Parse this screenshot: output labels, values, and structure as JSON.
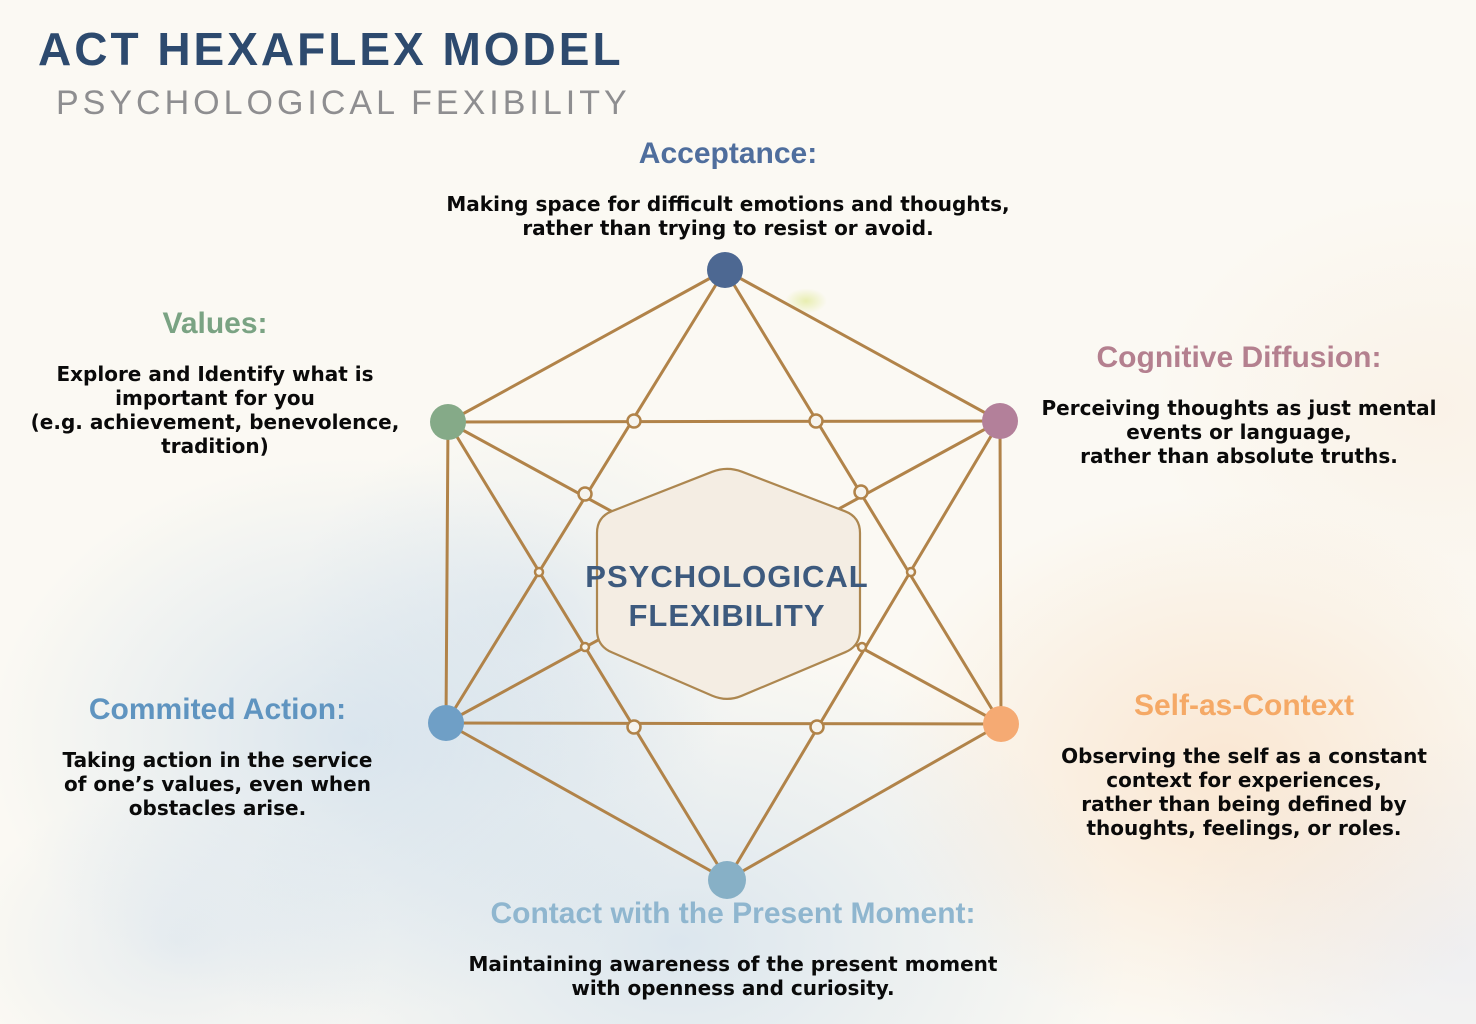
{
  "header": {
    "title": "ACT HEXAFLEX MODEL",
    "subtitle": "PSYCHOLOGICAL FEXIBILITY"
  },
  "center_hexagon": {
    "line1": "PSYCHOLOGICAL",
    "line2": "FLEXIBILITY",
    "fill": "#f4ede3",
    "border": "#ad8750",
    "text_color": "#3d5a7e"
  },
  "diagram": {
    "line_color": "#b18349",
    "intersection_fill": "#f6f4ee"
  },
  "blocks": {
    "acceptance": {
      "heading": "Acceptance:",
      "heading_color": "#4f6e9d",
      "node_color": "#4d6892",
      "lines": [
        "Making space for difficult emotions and thoughts,",
        "rather than trying to resist or avoid."
      ]
    },
    "cognitive_diffusion": {
      "heading": "Cognitive Diffusion:",
      "heading_color": "#b4808f",
      "node_color": "#b3809a",
      "lines": [
        "Perceiving thoughts as just mental",
        "events or language,",
        "rather than absolute truths."
      ]
    },
    "self_as_context": {
      "heading": "Self-as-Context",
      "heading_color": "#f5a966",
      "node_color": "#f5aa73",
      "lines": [
        "Observing the self as a constant",
        "context for experiences,",
        "rather than being defined by",
        "thoughts, feelings, or roles."
      ]
    },
    "contact_present_moment": {
      "heading": "Contact with the Present Moment:",
      "heading_color": "#8fb6cf",
      "node_color": "#87b0c6",
      "lines": [
        "Maintaining awareness of the present moment",
        "with openness and curiosity."
      ]
    },
    "committed_action": {
      "heading": "Commited Action:",
      "heading_color": "#5f94c0",
      "node_color": "#6f9fc6",
      "lines": [
        "Taking action in the service",
        "of one’s values, even when",
        "obstacles arise."
      ]
    },
    "values": {
      "heading": "Values:",
      "heading_color": "#7aa383",
      "node_color": "#85aa88",
      "lines": [
        "Explore and Identify what is",
        "important for you",
        "(e.g. achievement, benevolence,",
        "tradition)"
      ]
    }
  }
}
